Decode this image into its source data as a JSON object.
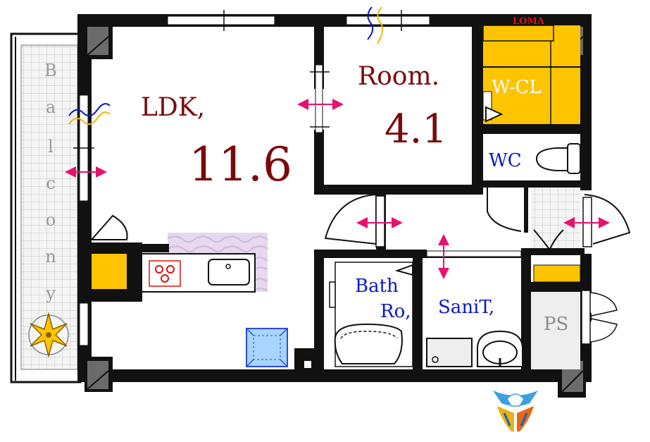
{
  "rooms": {
    "ldk": {
      "label": "LDK,",
      "size": "11.6"
    },
    "room": {
      "label": "Room.",
      "size": "4.1"
    },
    "wcl": {
      "label": "W-CL"
    },
    "loma": {
      "label": "LOMA"
    },
    "wc": {
      "label": "WC"
    },
    "bath": {
      "line1": "Bath",
      "line2": "Ro,"
    },
    "sanit": {
      "label": "SaniT,"
    },
    "ps": {
      "label": "PS"
    }
  },
  "balcony": {
    "letters": [
      "B",
      "a",
      "l",
      "c",
      "o",
      "n",
      "y"
    ]
  },
  "colors": {
    "wall": "#111111",
    "dark_red": "#7a0a0a",
    "blue": "#0a18c8",
    "yellow": "#ffc400",
    "pink_arrow": "#e8126e",
    "pillar": "#6b6b6b",
    "tile": "#e4e4e4",
    "counter": "#e2d2ea",
    "loma_red": "#dd1111"
  },
  "icons": [
    "compass-star-icon",
    "window-wave-icon",
    "stove-icon",
    "sink-icon",
    "toilet-icon",
    "bathtub-icon",
    "washbasin-icon",
    "logo-hands-icon"
  ]
}
